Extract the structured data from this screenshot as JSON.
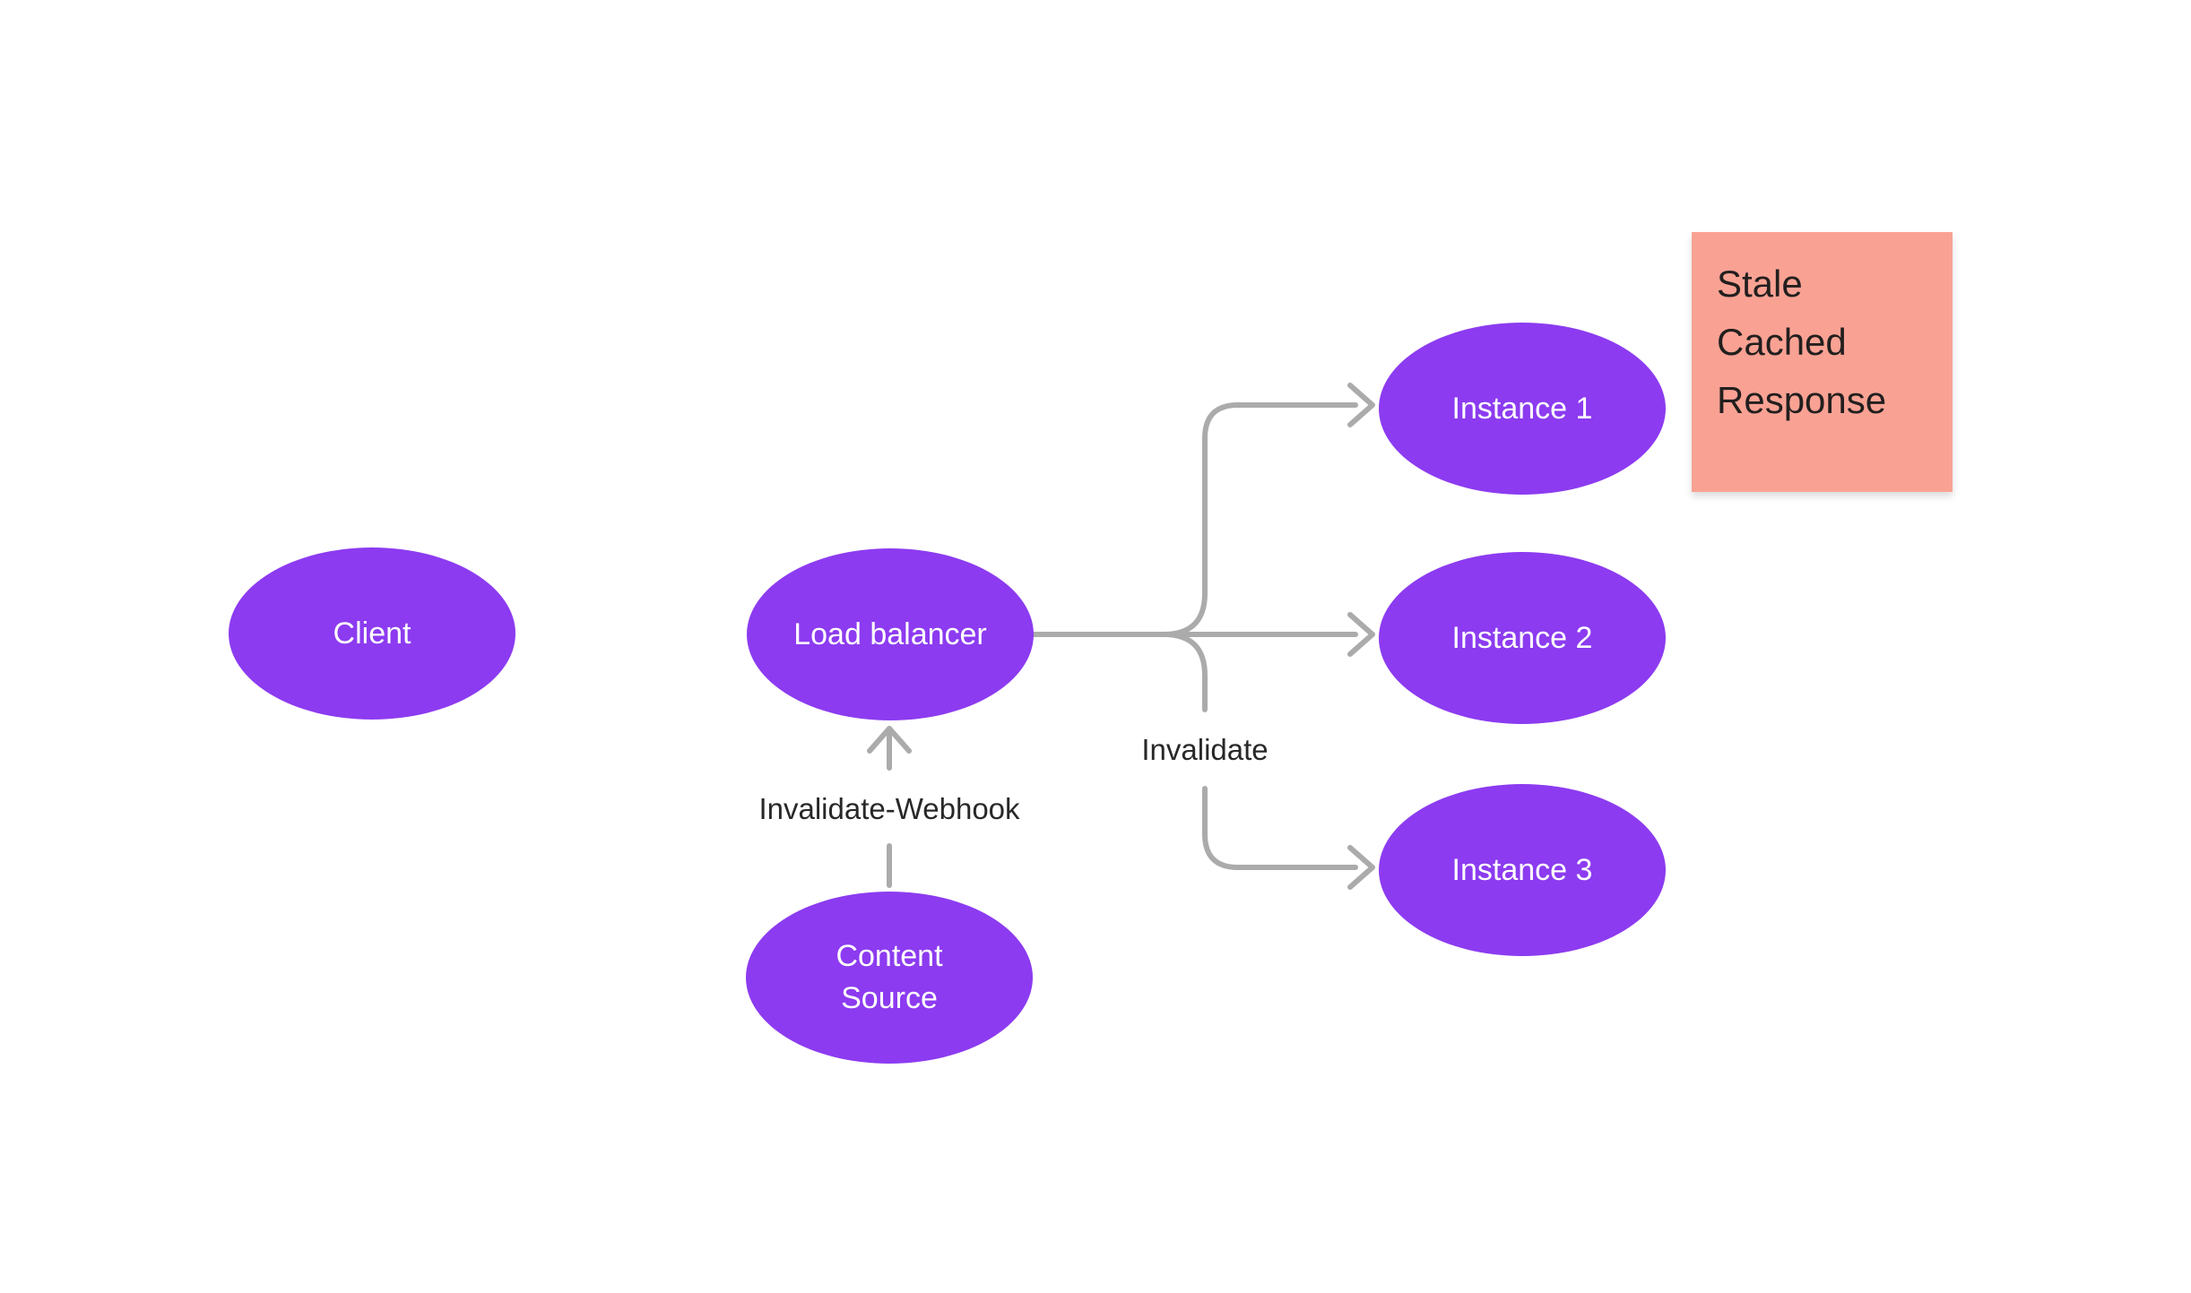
{
  "nodes": {
    "client": {
      "label": "Client"
    },
    "load_balancer": {
      "label": "Load balancer"
    },
    "content_source": {
      "label": "Content Source"
    },
    "instance1": {
      "label": "Instance 1"
    },
    "instance2": {
      "label": "Instance 2"
    },
    "instance3": {
      "label": "Instance 3"
    }
  },
  "connectors": {
    "webhook": {
      "label": "Invalidate-Webhook"
    },
    "invalidate": {
      "label": "Invalidate"
    }
  },
  "note": {
    "text": "Stale\nCached\nResponse"
  },
  "colors": {
    "node-fill": "#8C3BF0",
    "node-text": "#FFFFFF",
    "connector": "#ABABAB",
    "label-text": "#282828",
    "note-fill": "#F9A294",
    "note-text": "#221F1E",
    "canvas": "#FFFFFF"
  }
}
